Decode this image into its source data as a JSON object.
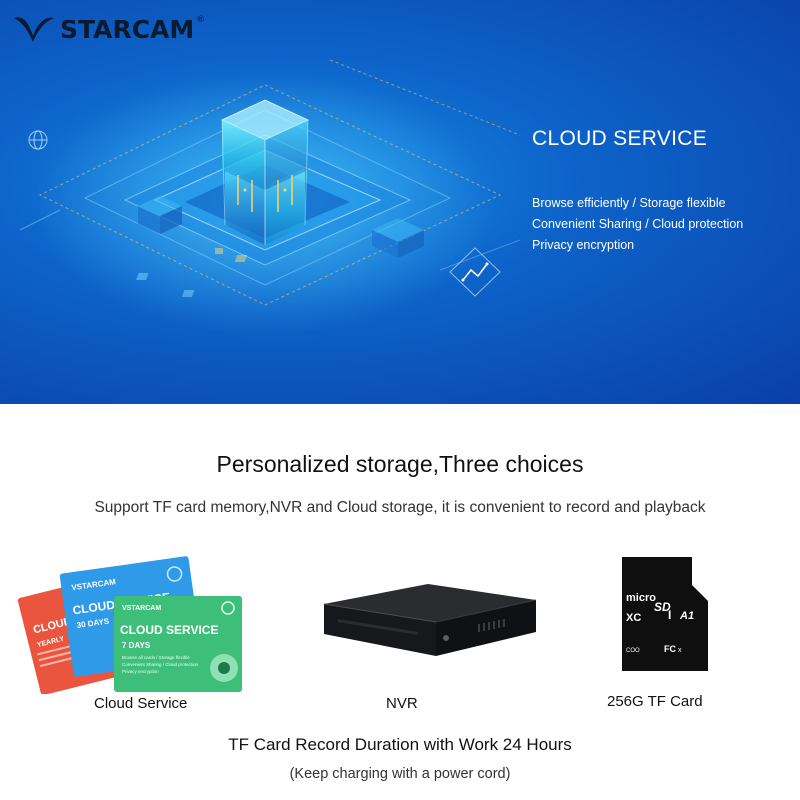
{
  "brand": {
    "name": "STARCAM",
    "reg_mark": "®"
  },
  "hero": {
    "title": "CLOUD SERVICE",
    "features": [
      "Browse efficiently / Storage flexible",
      "Convenient Sharing / Cloud protection",
      "Privacy encryption"
    ]
  },
  "storage": {
    "heading": "Personalized storage,Three choices",
    "subheading": "Support TF card memory,NVR and Cloud storage, it is convenient to record and playback",
    "options": [
      {
        "label": "Cloud Service"
      },
      {
        "label": "NVR"
      },
      {
        "label": "256G TF Card"
      }
    ],
    "duration": "TF Card Record Duration with Work 24 Hours",
    "note": "(Keep charging with a power cord)"
  },
  "cloud_cards": {
    "brand": "VSTARCAM",
    "card_title": "CLOUD SERVICE",
    "yearly": "YEARLY",
    "days_30": "30 DAYS",
    "days_7": "7 DAYS",
    "mini_lines": [
      "Browse all cards / Storage flexible",
      "Convenient Sharing / Cloud protection",
      "Privacy encryption"
    ]
  },
  "tf_card": {
    "brand_top": "micro",
    "brand_mid": "SD",
    "xc": "XC",
    "class": "I",
    "a1": "A1",
    "coo": "COO",
    "fcc": "FC",
    "x": "x"
  },
  "colors": {
    "hero_deep": "#0a3fa8",
    "hero_mid": "#0d63c9",
    "cube_cyan": "#4fe3ff",
    "card_red": "#e9553f",
    "card_blue": "#2f9be8",
    "card_green": "#3dbf7a"
  },
  "icons": {
    "logo": "vstarcam-v-logo-icon",
    "globe": "globe-icon",
    "chart": "line-chart-icon",
    "cube": "data-cube-icon",
    "cloud": "cloud-icon",
    "camera": "camera-icon"
  }
}
